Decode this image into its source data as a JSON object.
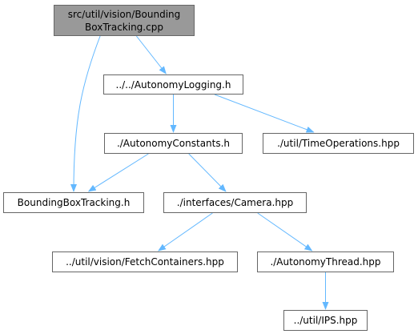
{
  "diagram": {
    "edge_color": "#63b8ff",
    "root_fill": "#999999",
    "node_border": "#666666",
    "nodes": {
      "root": {
        "label": "src/util/vision/Bounding\nBoxTracking.cpp"
      },
      "autonomy_logging": {
        "label": "../../AutonomyLogging.h"
      },
      "autonomy_constants": {
        "label": "./AutonomyConstants.h"
      },
      "time_operations": {
        "label": "./util/TimeOperations.hpp"
      },
      "bounding_box_tracking_h": {
        "label": "BoundingBoxTracking.h"
      },
      "camera": {
        "label": "./interfaces/Camera.hpp"
      },
      "fetch_containers": {
        "label": "../util/vision/FetchContainers.hpp"
      },
      "autonomy_thread": {
        "label": "./AutonomyThread.hpp"
      },
      "ips": {
        "label": "../util/IPS.hpp"
      }
    },
    "edges": [
      {
        "from": "root",
        "to": "autonomy_logging"
      },
      {
        "from": "root",
        "to": "bounding_box_tracking_h"
      },
      {
        "from": "autonomy_logging",
        "to": "autonomy_constants"
      },
      {
        "from": "autonomy_logging",
        "to": "time_operations"
      },
      {
        "from": "autonomy_constants",
        "to": "bounding_box_tracking_h"
      },
      {
        "from": "autonomy_constants",
        "to": "camera"
      },
      {
        "from": "camera",
        "to": "fetch_containers"
      },
      {
        "from": "camera",
        "to": "autonomy_thread"
      },
      {
        "from": "autonomy_thread",
        "to": "ips"
      }
    ]
  }
}
